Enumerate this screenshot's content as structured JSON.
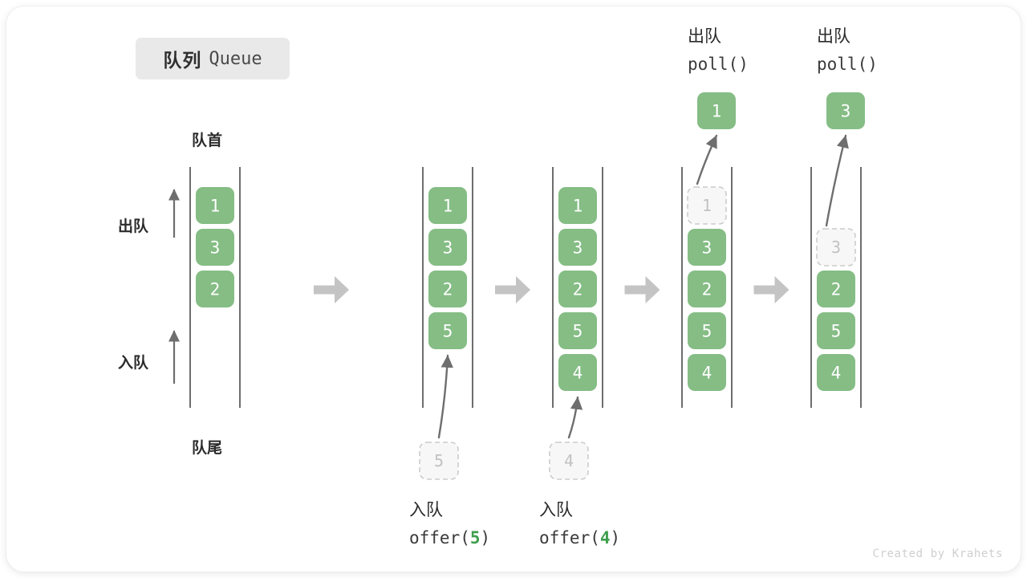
{
  "title": {
    "cn": "队列",
    "en": "Queue"
  },
  "credit": "Created by Krahets",
  "colors": {
    "cell_fill": "#85bd85",
    "cell_text": "#ffffff",
    "ghost_fill": "#f7f7f7",
    "ghost_border": "#cccccc",
    "ghost_text": "#c2c2c2",
    "rail": "#4a4a4a",
    "arrow": "#6e6e6e",
    "step_arrow": "#c4c4c4",
    "accent_num": "#3e9e4e",
    "badge_bg": "#e9e9e9"
  },
  "legend": {
    "head_label": "队首",
    "tail_label": "队尾",
    "dequeue_label": "出队",
    "enqueue_label": "入队"
  },
  "columns": [
    {
      "id": "initial",
      "header": null,
      "cells": [
        "1",
        "3",
        "2"
      ],
      "ghost": null,
      "ghost_position": null,
      "popped": null,
      "caption": null
    },
    {
      "id": "offer-5",
      "header": null,
      "cells": [
        "1",
        "3",
        "2",
        "5"
      ],
      "ghost": "5",
      "ghost_position": "below",
      "popped": null,
      "caption": {
        "cn": "入队",
        "fn_prefix": "offer(",
        "fn_num": "5",
        "fn_suffix": ")"
      }
    },
    {
      "id": "offer-4",
      "header": null,
      "cells": [
        "1",
        "3",
        "2",
        "5",
        "4"
      ],
      "ghost": "4",
      "ghost_position": "below",
      "popped": null,
      "caption": {
        "cn": "入队",
        "fn_prefix": "offer(",
        "fn_num": "4",
        "fn_suffix": ")"
      }
    },
    {
      "id": "poll-1",
      "header": {
        "cn": "出队",
        "fn": "poll()"
      },
      "cells": [
        "3",
        "2",
        "5",
        "4"
      ],
      "ghost": "1",
      "ghost_position": "row0",
      "popped": "1",
      "caption": null
    },
    {
      "id": "poll-3",
      "header": {
        "cn": "出队",
        "fn": "poll()"
      },
      "cells": [
        "2",
        "5",
        "4"
      ],
      "ghost": "3",
      "ghost_position": "row1",
      "popped": "3",
      "caption": null
    }
  ],
  "step_arrows": 4
}
